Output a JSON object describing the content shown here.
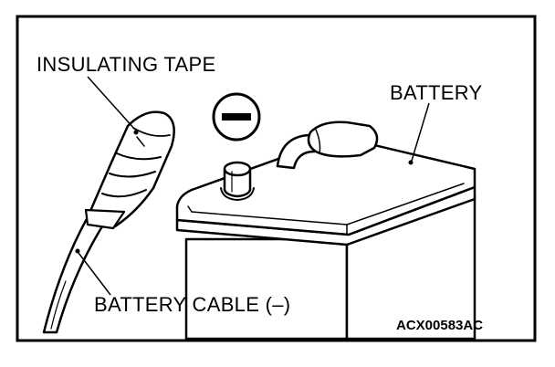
{
  "labels": {
    "insulating_tape": "INSULATING TAPE",
    "battery": "BATTERY",
    "battery_cable": "BATTERY CABLE (–)",
    "figure_code": "ACX00583AC"
  }
}
